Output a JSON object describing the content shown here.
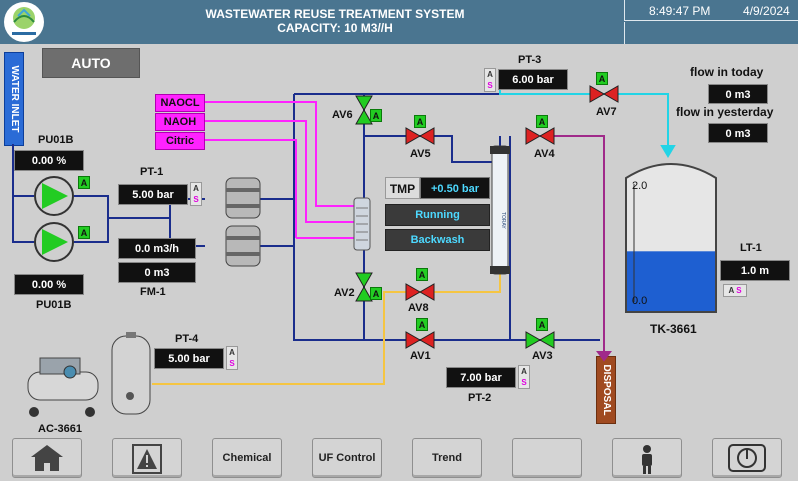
{
  "header": {
    "title_line1": "WASTEWATER REUSE TREATMENT SYSTEM",
    "title_line2": "CAPACITY: 10 M3//H",
    "time": "8:49:47 PM",
    "date": "4/9/2024"
  },
  "mode": "AUTO",
  "water_inlet": "WATER INLET",
  "disposal": "DISPOSAL",
  "chemicals": [
    "NAOCL",
    "NAOH",
    "Citric"
  ],
  "pumps": [
    {
      "name": "PU01B",
      "value": "0.00 %",
      "mode": "A"
    },
    {
      "name": "PU01B",
      "value": "0.00 %",
      "mode": "A"
    }
  ],
  "pressure": {
    "pt1": {
      "name": "PT-1",
      "value": "5.00 bar",
      "a": "A",
      "s": "S"
    },
    "pt2": {
      "name": "PT-2",
      "value": "7.00 bar",
      "a": "A",
      "s": "S"
    },
    "pt3": {
      "name": "PT-3",
      "value": "6.00 bar",
      "a": "A",
      "s": "S"
    },
    "pt4": {
      "name": "PT-4",
      "value": "5.00 bar",
      "a": "A",
      "s": "S"
    }
  },
  "flowmeter": {
    "name": "FM-1",
    "rate": "0.0 m3/h",
    "total": "0 m3"
  },
  "tmp": {
    "label": "TMP",
    "value": "+0.50 bar"
  },
  "status": {
    "running": "Running",
    "backwash": "Backwash"
  },
  "valves": {
    "av1": {
      "name": "AV1",
      "state": "closed",
      "mode": "A"
    },
    "av2": {
      "name": "AV2",
      "state": "open",
      "mode": "A"
    },
    "av3": {
      "name": "AV3",
      "state": "open",
      "mode": "A"
    },
    "av4": {
      "name": "AV4",
      "state": "closed",
      "mode": "A"
    },
    "av5": {
      "name": "AV5",
      "state": "closed",
      "mode": "A"
    },
    "av6": {
      "name": "AV6",
      "state": "open",
      "mode": "A"
    },
    "av7": {
      "name": "AV7",
      "state": "closed",
      "mode": "A"
    },
    "av8": {
      "name": "AV8",
      "state": "closed",
      "mode": "A"
    }
  },
  "flow_today": {
    "label": "flow in today",
    "value": "0 m3"
  },
  "flow_yesterday": {
    "label": "flow in yesterday",
    "value": "0 m3"
  },
  "tank": {
    "name": "TK-3661",
    "scale_top": "2.0",
    "scale_bottom": "0.0",
    "level_fraction": 0.47
  },
  "level": {
    "name": "LT-1",
    "value": "1.0 m",
    "a": "A",
    "s": "S"
  },
  "compressor": {
    "name": "AC-3661"
  },
  "uf_label": "TORAY",
  "nav": {
    "home": "",
    "alarm": "",
    "chemical": "Chemical",
    "uf_control": "UF Control",
    "trend": "Trend",
    "blank": "",
    "user": "",
    "power": ""
  },
  "colors": {
    "open_valve": "#22cc22",
    "closed_valve": "#dd2222",
    "pipe_main": "#1a2d8c",
    "pipe_chem": "#ff22ff",
    "pipe_air": "#f5c542",
    "pipe_product": "#22d4e6",
    "pipe_drain": "#a02a8a"
  }
}
